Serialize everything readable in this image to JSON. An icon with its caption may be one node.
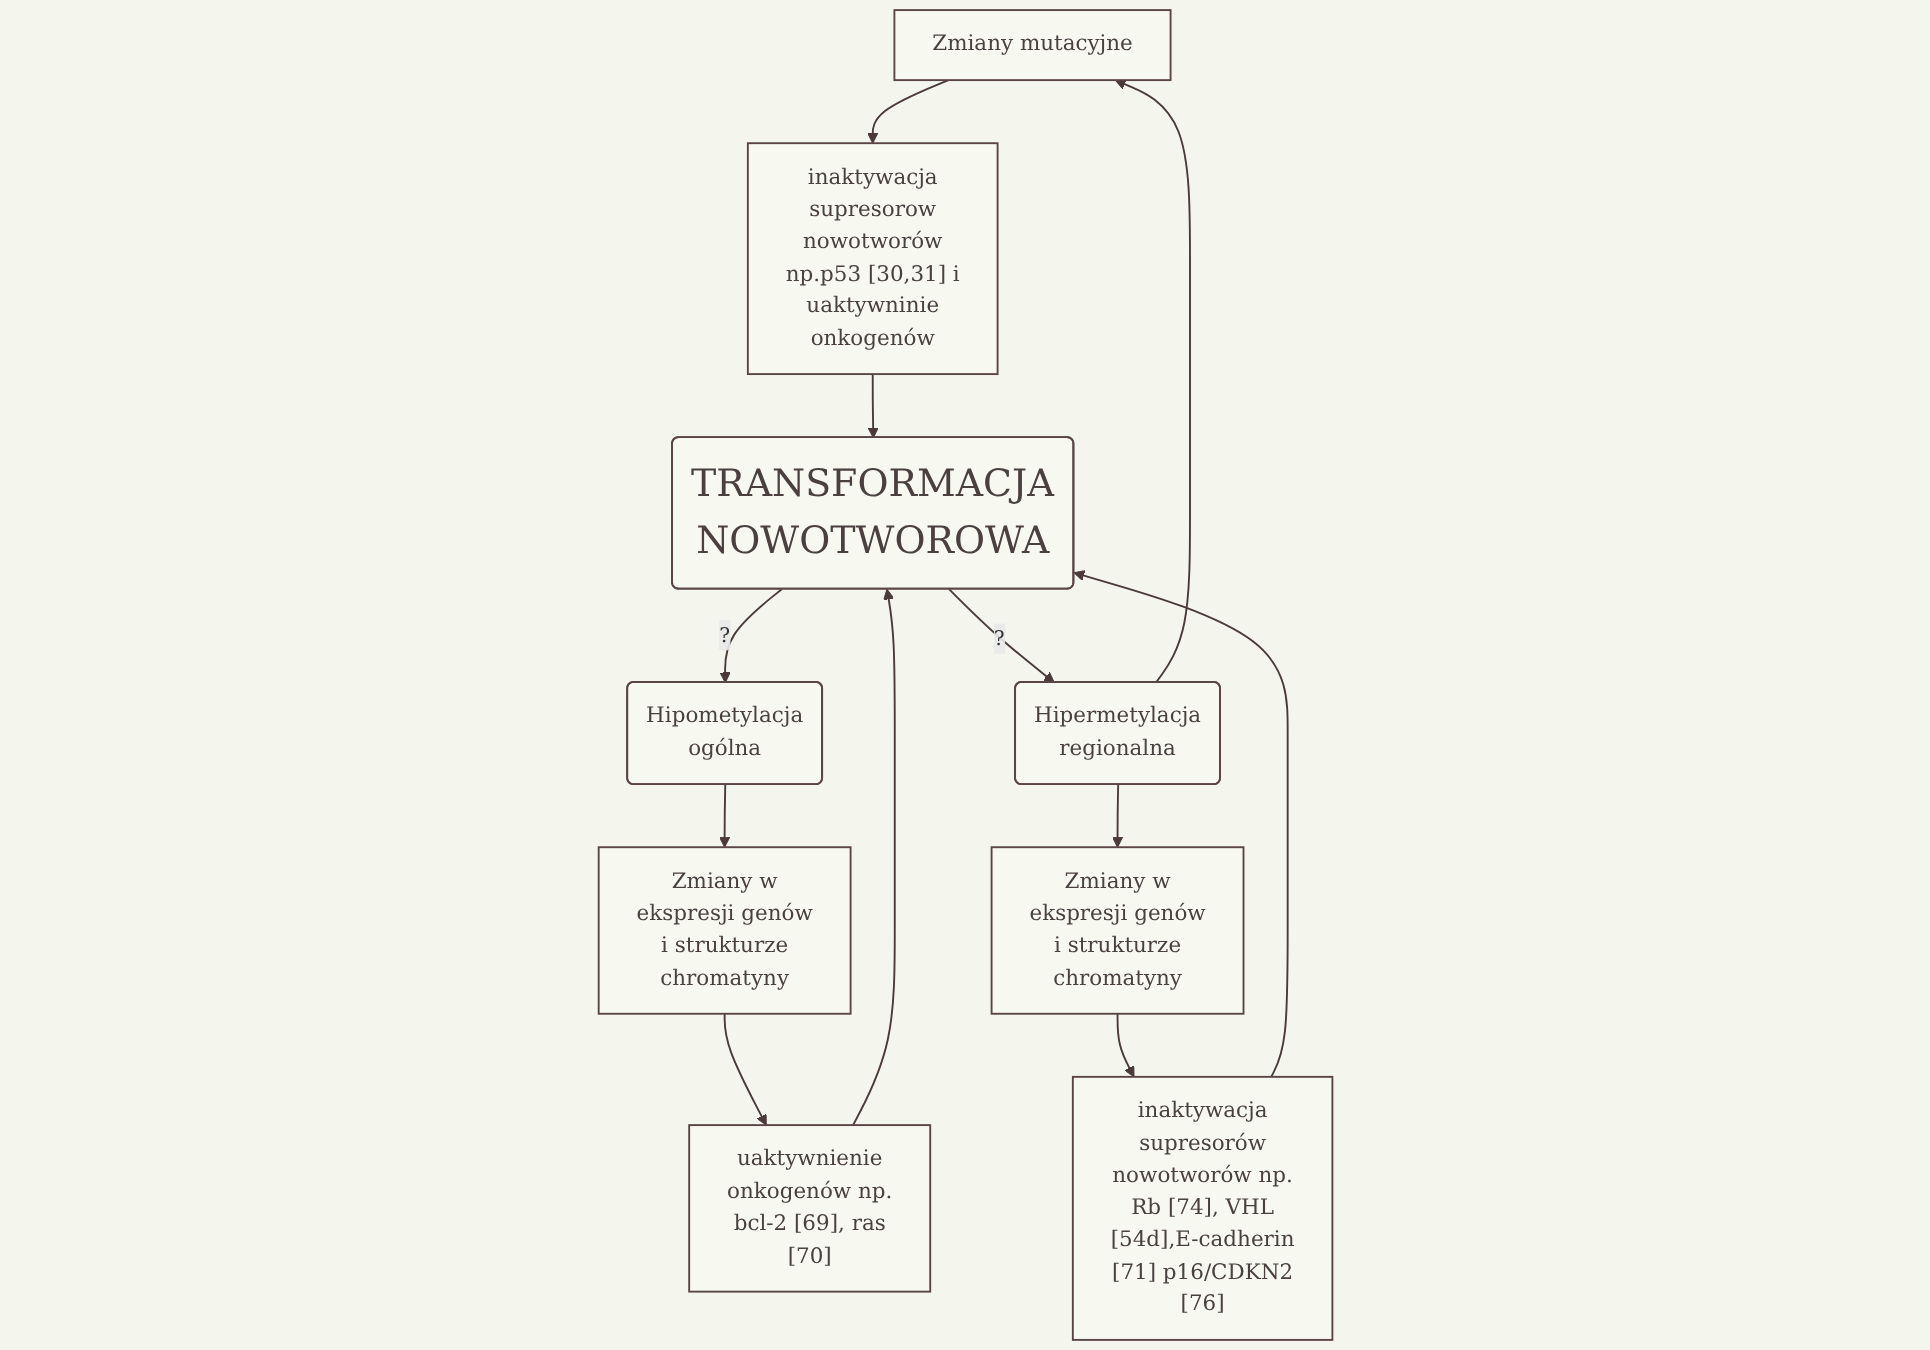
{
  "diagram": {
    "nodes": [
      {
        "text": [
          "Zmiany mutacyjne"
        ]
      },
      {
        "text": [
          "inaktywacja supresorow nowotworów np.p53 [30,31] i uaktywninie onkogenów"
        ]
      },
      {
        "text": [
          "Hipometylacja ogólna"
        ]
      },
      {
        "text": [
          "TRANSFORMACJA NOWOTWOROWA"
        ]
      },
      {
        "text": [
          "Hipermetylacja regionalna"
        ]
      },
      {
        "text": [
          "uaktywnienie onkogenów np. bcl-2 [69], ras [70]"
        ]
      },
      {
        "text": [
          "inaktywacja supresorów nowotworów np. Rb [74], VHL [54d],E-cadherin [71] p16/CDKN2 [76]"
        ]
      },
      {
        "text": [
          "Zmiany w ekspresji genów i strukturze chromatyny"
        ]
      },
      {
        "text": [
          "Zmiany w ekspresji genów i strukturze chromatyny"
        ]
      }
    ],
    "edges": [
      {
        "from": 0,
        "to": 1,
        "arrow": "to"
      },
      {
        "from": 1,
        "to": 3,
        "arrow": "to"
      },
      {
        "from": 3,
        "to": 2,
        "arrow": "to",
        "label": "?"
      },
      {
        "from": 3,
        "to": 4,
        "arrow": "to",
        "label": "?"
      },
      {
        "from": 4,
        "to": 0,
        "arrow": "to"
      },
      {
        "from": 4,
        "to": 8,
        "arrow": "to"
      },
      {
        "from": 2,
        "to": 7,
        "arrow": "to"
      },
      {
        "from": 7,
        "to": 5,
        "arrow": "to"
      },
      {
        "from": 8,
        "to": 6,
        "arrow": "to"
      },
      {
        "from": 5,
        "to": 3,
        "arrow": "to"
      },
      {
        "from": 6,
        "to": 3,
        "arrow": "to"
      }
    ]
  }
}
